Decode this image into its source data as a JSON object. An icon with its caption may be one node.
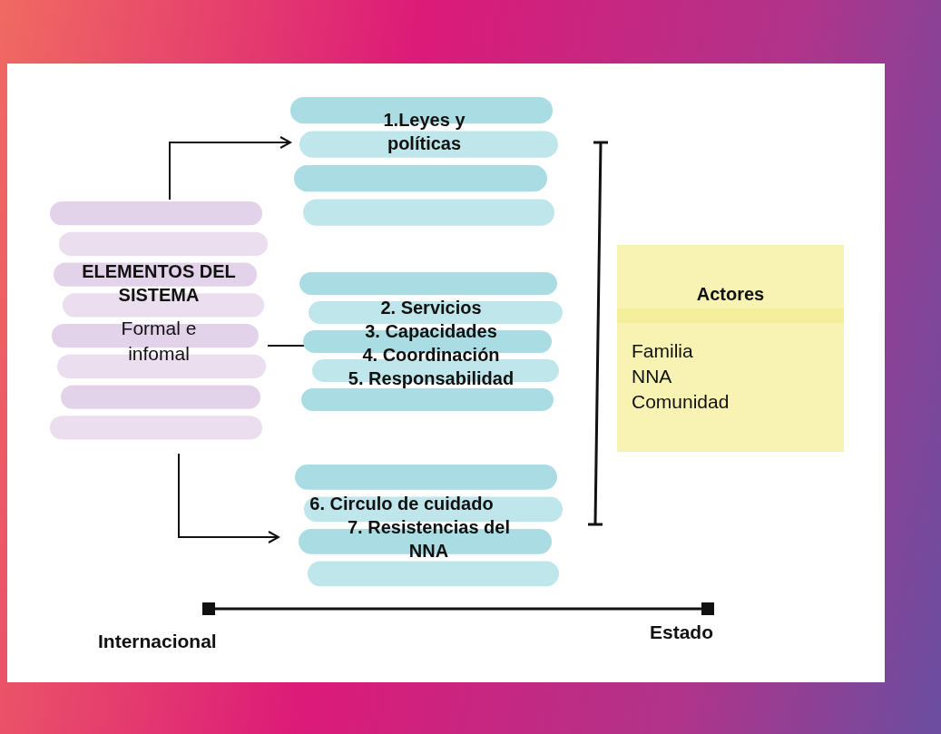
{
  "diagram": {
    "nodes": [
      {
        "text": [
          "ELEMENTOS DEL SISTEMA",
          "Formal e infomal"
        ]
      },
      {
        "text": [
          "1.Leyes y políticas"
        ]
      },
      {
        "text": [
          "2. Servicios",
          "3. Capacidades",
          "4. Coordinación",
          "5. Responsabilidad"
        ]
      },
      {
        "text": [
          "6. Circulo de cuidado",
          "7. Resistencias del NNA"
        ]
      },
      {
        "text": [
          "Actores",
          "Familia",
          "NNA",
          "Comunidad"
        ]
      }
    ],
    "edges": [
      {
        "from": 0,
        "to": 1,
        "arrow": "to"
      },
      {
        "from": 0,
        "to": 2,
        "arrow": "to"
      },
      {
        "from": 0,
        "to": 3,
        "arrow": "to"
      }
    ],
    "labels": [
      "Internacional",
      "Estado"
    ]
  }
}
